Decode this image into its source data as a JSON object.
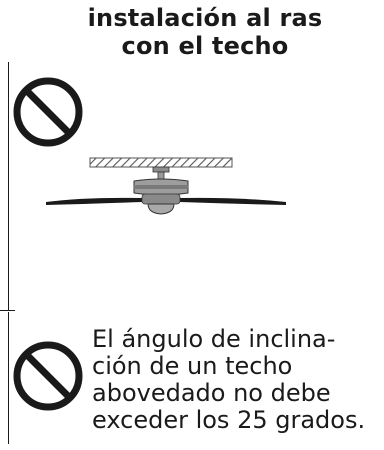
{
  "title": {
    "line1": "instalación al ras",
    "line2": "con el techo"
  },
  "note": {
    "lines": [
      "El ángulo de inclina-",
      "ción de un techo",
      "abovedado no debe",
      "exceder los 25 grados."
    ]
  },
  "icons": {
    "top": "prohibited-icon",
    "bottom": "prohibited-icon",
    "illustration": "flush-mount-ceiling-fan"
  },
  "colors": {
    "ink": "#1a1a1a",
    "background": "#ffffff"
  }
}
